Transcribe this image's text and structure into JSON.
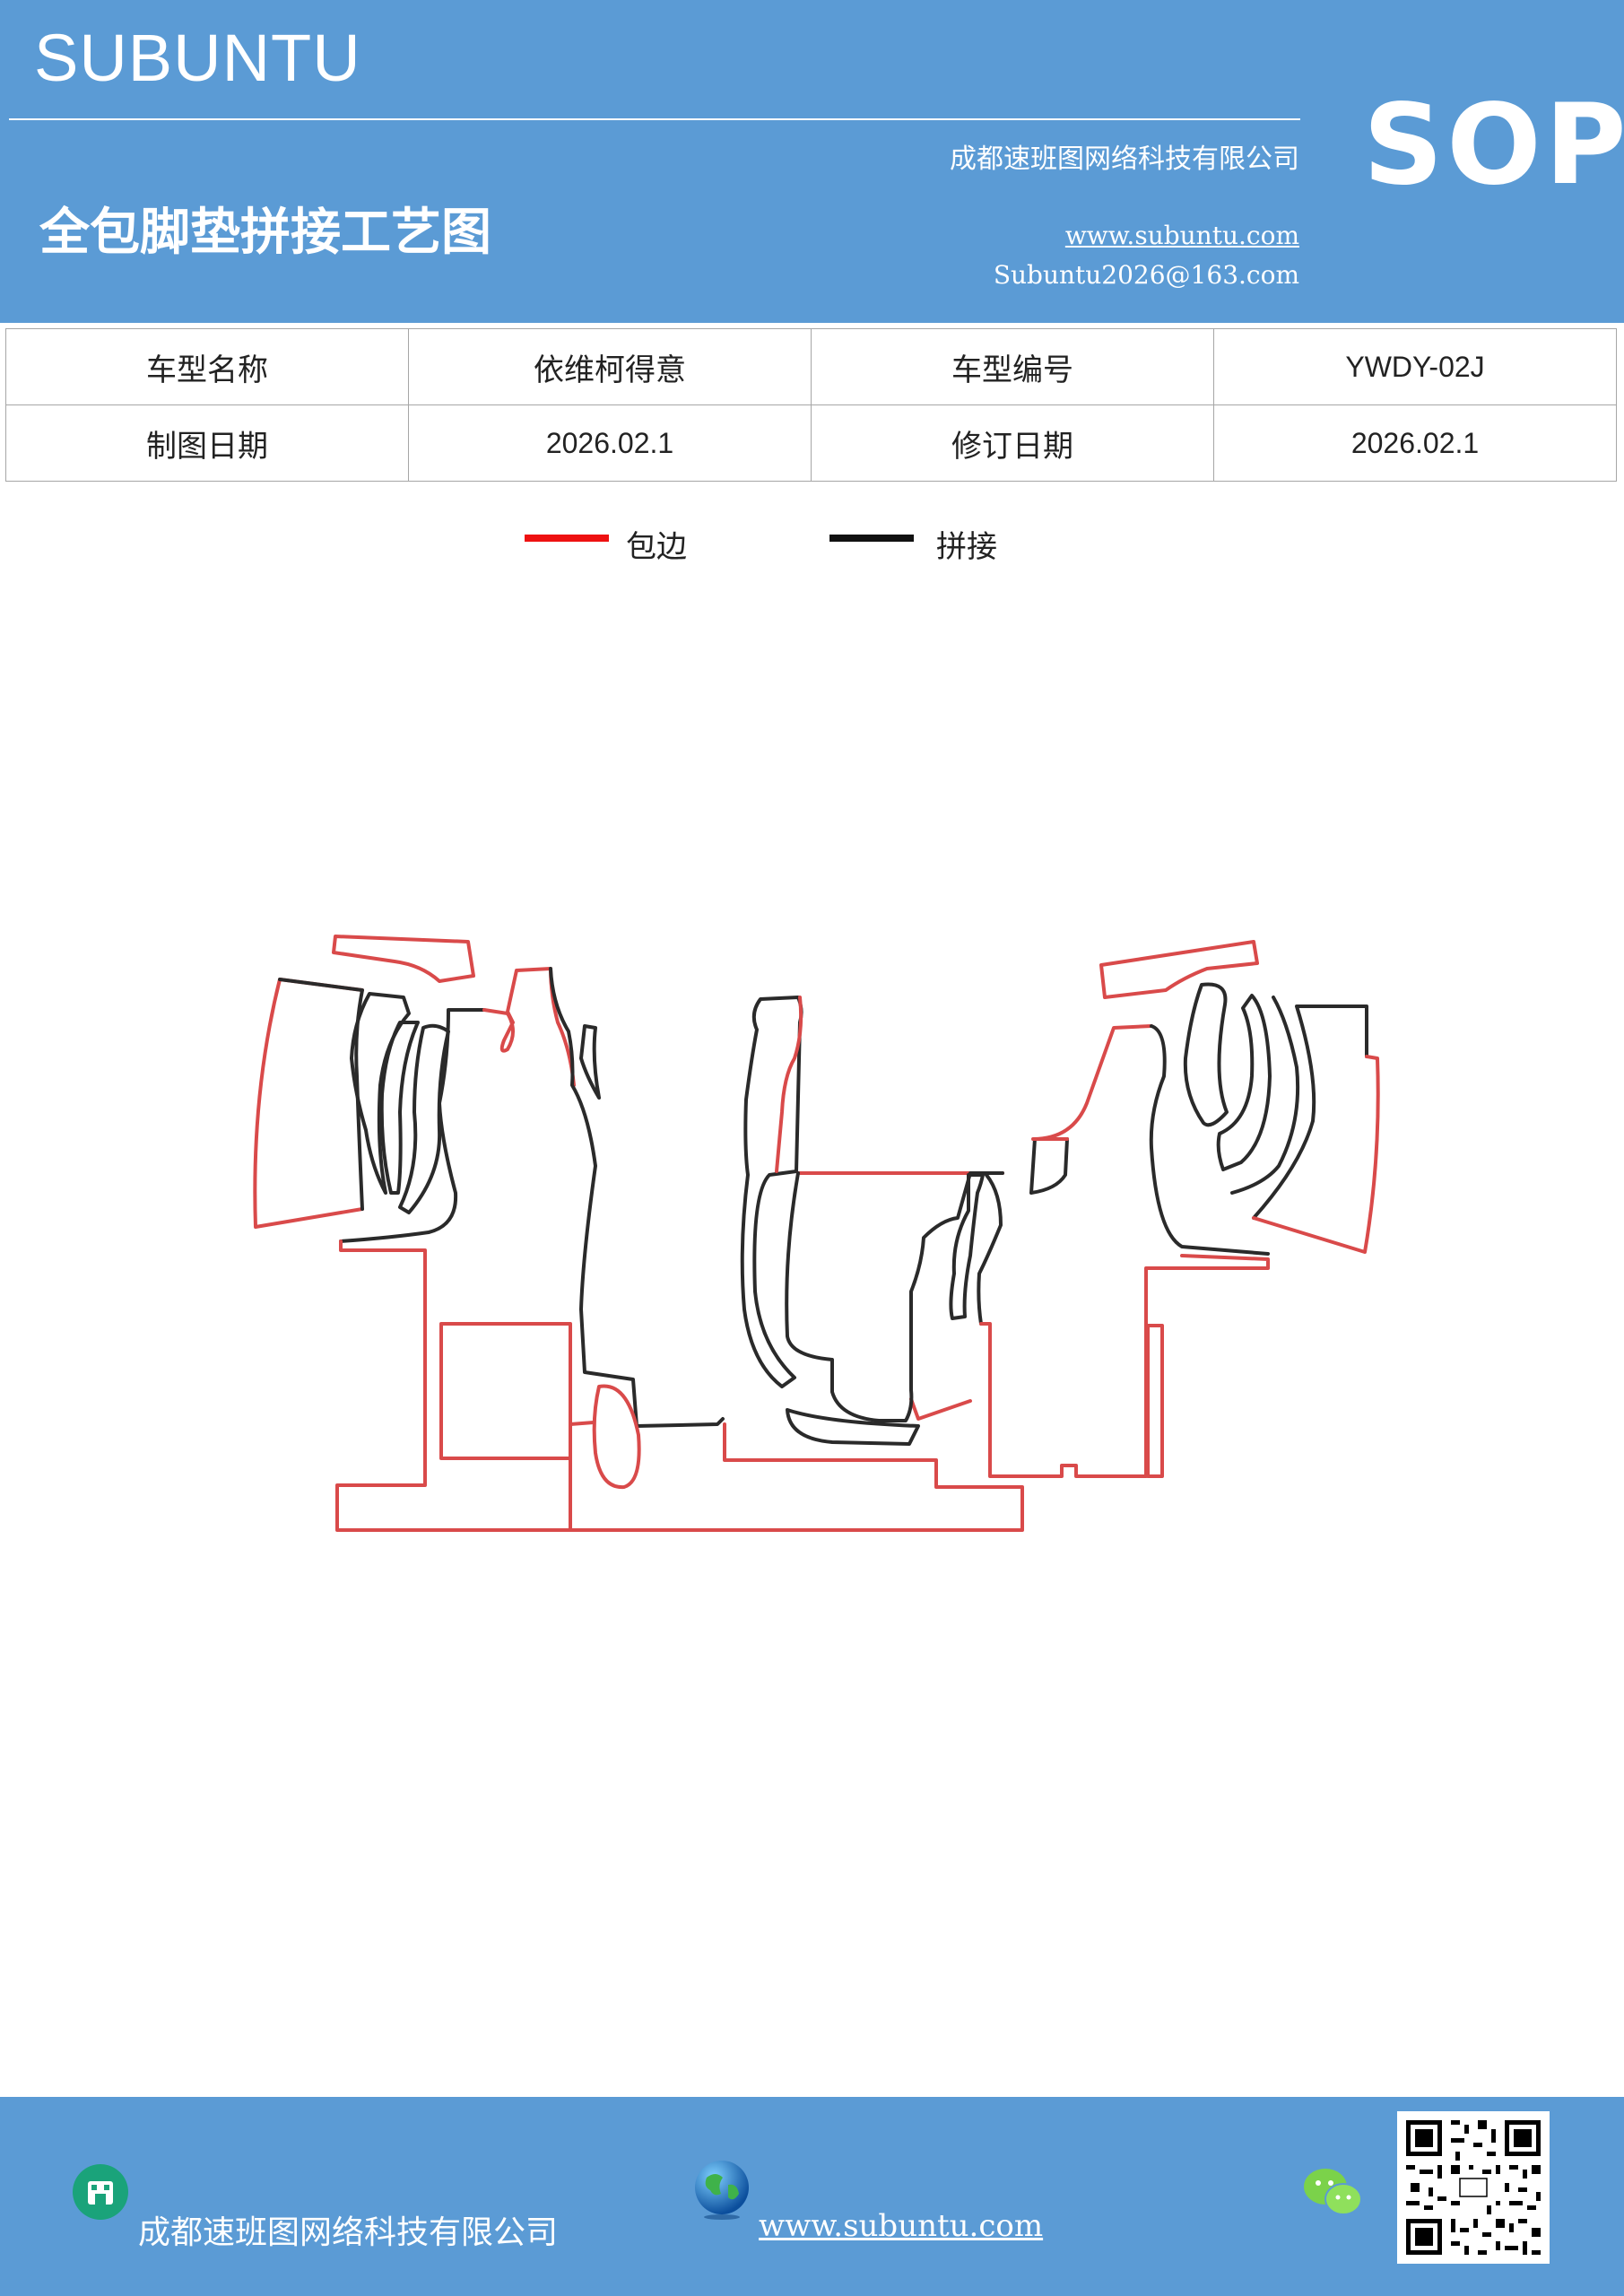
{
  "header": {
    "brand": "SUBUNTU",
    "company": "成都速班图网络科技有限公司",
    "title": "全包脚垫拼接工艺图",
    "website": "www.subuntu.com",
    "email": "Subuntu2026@163.com",
    "badge": "SOP"
  },
  "info": {
    "model_name_label": "车型名称",
    "model_name_value": "依维柯得意",
    "model_code_label": "车型编号",
    "model_code_value": "YWDY-02J",
    "draw_date_label": "制图日期",
    "draw_date_value": "2026.02.1",
    "revise_date_label": "修订日期",
    "revise_date_value": "2026.02.1"
  },
  "legend": {
    "edge_label": "包边",
    "edge_color": "#ee1111",
    "join_label": "拼接",
    "join_color": "#111111"
  },
  "colors": {
    "header_bg": "#5b9bd5",
    "edge_stroke": "#d94a4a",
    "join_stroke": "#2a2a2a"
  },
  "footer": {
    "company": "成都速班图网络科技有限公司",
    "website": "www.subuntu.com",
    "icons": [
      "building-icon",
      "globe-icon",
      "wechat-icon",
      "qr-code"
    ]
  }
}
